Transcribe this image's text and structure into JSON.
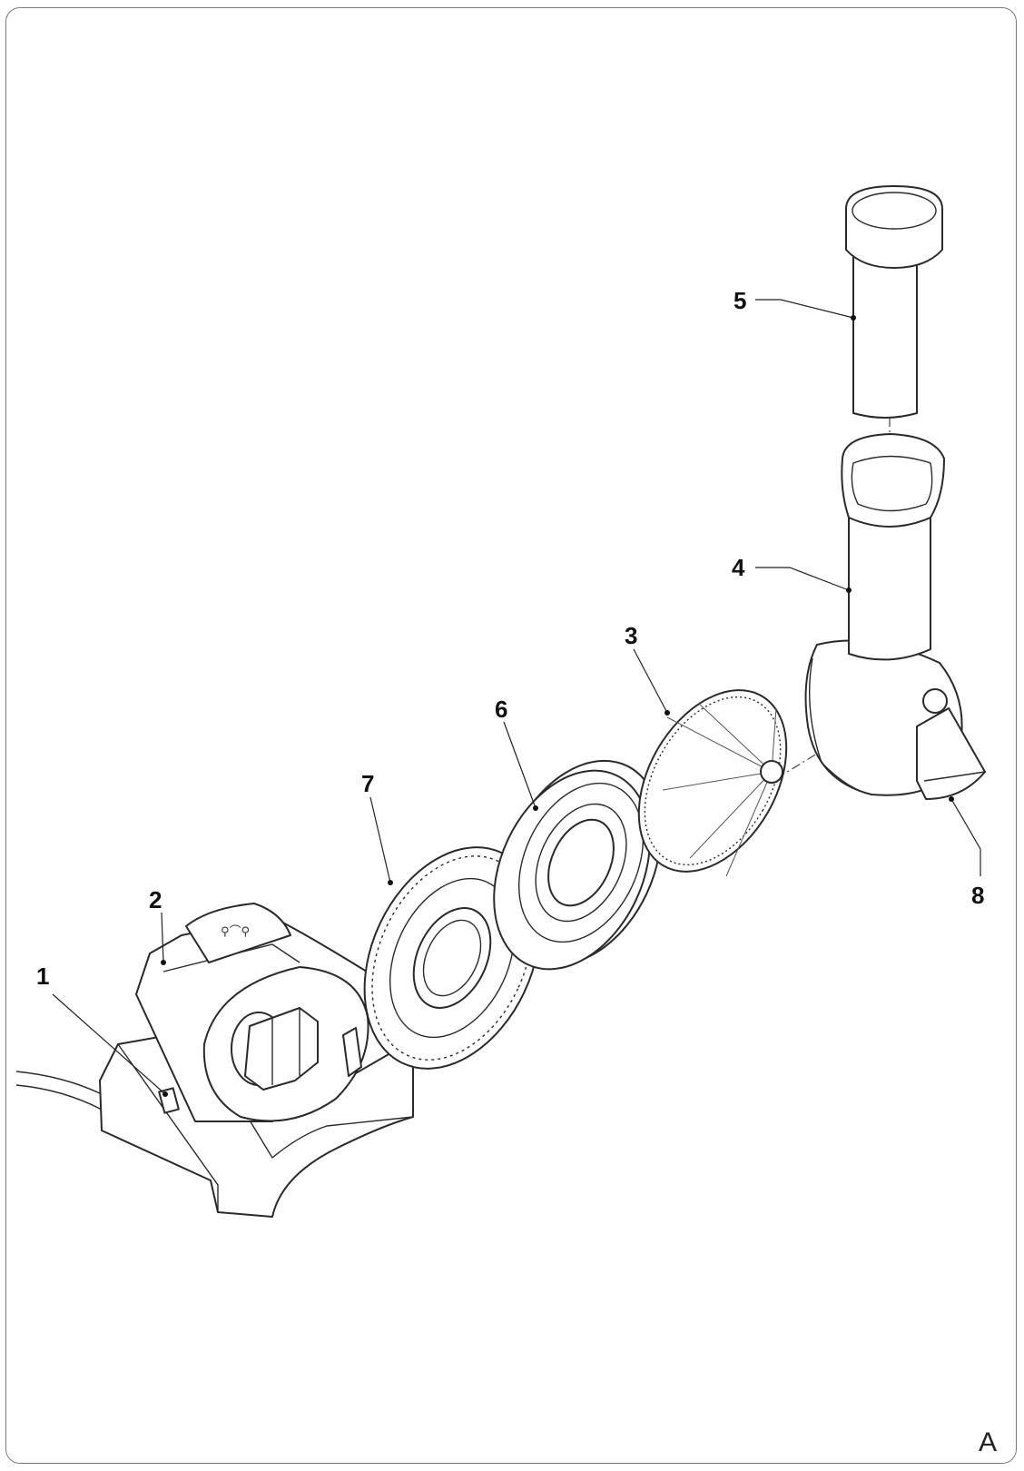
{
  "callouts": [
    {
      "id": "1",
      "text": "1"
    },
    {
      "id": "2",
      "text": "2"
    },
    {
      "id": "3",
      "text": "3"
    },
    {
      "id": "4",
      "text": "4"
    },
    {
      "id": "5",
      "text": "5"
    },
    {
      "id": "6",
      "text": "6"
    },
    {
      "id": "7",
      "text": "7"
    },
    {
      "id": "8",
      "text": "8"
    }
  ],
  "figure_letter": "A"
}
